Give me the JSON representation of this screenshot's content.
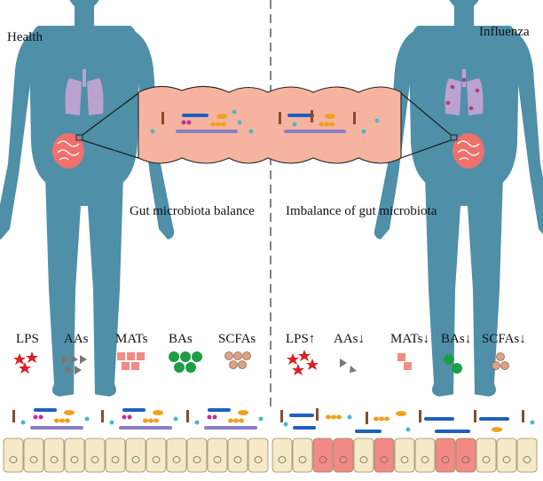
{
  "panels": {
    "left_label": "Health",
    "right_label": "Influenza"
  },
  "captions": {
    "balance": "Gut microbiota balance",
    "imbalance": "Imbalance of  gut microbiota"
  },
  "legend": {
    "left": [
      {
        "label": "LPS",
        "arrow": ""
      },
      {
        "label": "AAs",
        "arrow": ""
      },
      {
        "label": "MATs",
        "arrow": ""
      },
      {
        "label": "BAs",
        "arrow": ""
      },
      {
        "label": "SCFAs",
        "arrow": ""
      }
    ],
    "right": [
      {
        "label": "LPS",
        "arrow": "↑"
      },
      {
        "label": "AAs",
        "arrow": "↓"
      },
      {
        "label": "MATs",
        "arrow": "↓"
      },
      {
        "label": "BAs",
        "arrow": "↓"
      },
      {
        "label": "SCFAs",
        "arrow": "↓"
      }
    ]
  },
  "colors": {
    "body": "#4f8fa8",
    "lungs": "#c6a6d6",
    "gut": "#f0706c",
    "intestine_wall": "#f6b4a0",
    "lps": "#d92027",
    "aas": "#777777",
    "mats": "#f28b86",
    "bas": "#1e9e44",
    "scfas": "#d9a283",
    "cell": "#f5e9c8",
    "damaged_cell": "#f28a86",
    "bacteria_blue": "#1f5fbf",
    "bacteria_orange": "#f0a020",
    "bacteria_purple": "#8a7ec8"
  }
}
